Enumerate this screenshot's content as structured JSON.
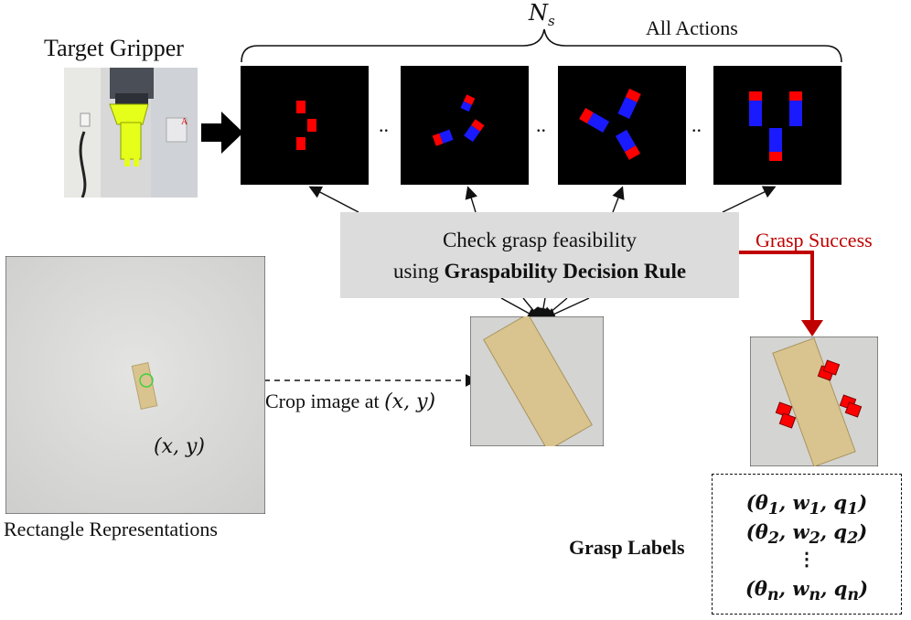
{
  "labels": {
    "target_gripper": "Target Gripper",
    "ns": "N",
    "ns_sub": "s",
    "all_actions": "All Actions",
    "dots": "..",
    "check_line1": "Check grasp feasibility",
    "check_line2_prefix": "using ",
    "check_line2_bold": "Graspability Decision Rule",
    "grasp_success": "Grasp Success",
    "crop_prefix": "Crop image at ",
    "crop_math": "(x, y)",
    "xy_math": "(x, y)",
    "rect_repr": "Rectangle Representations",
    "grasp_labels": "Grasp Labels",
    "vdots": "⋮"
  },
  "grasp_label_rows": [
    {
      "theta": "θ",
      "w": "w",
      "q": "q",
      "sub": "1"
    },
    {
      "theta": "θ",
      "w": "w",
      "q": "q",
      "sub": "2"
    },
    {
      "theta": "θ",
      "w": "w",
      "q": "q",
      "sub": "n"
    }
  ],
  "colors": {
    "accent_red": "#c00000",
    "panel_gray": "#dcdcdc",
    "action_red": "#ff0000",
    "action_blue": "#1a1aff",
    "gripper_yellow": "#e6ff1a",
    "block_tan": "#d9c48f"
  }
}
